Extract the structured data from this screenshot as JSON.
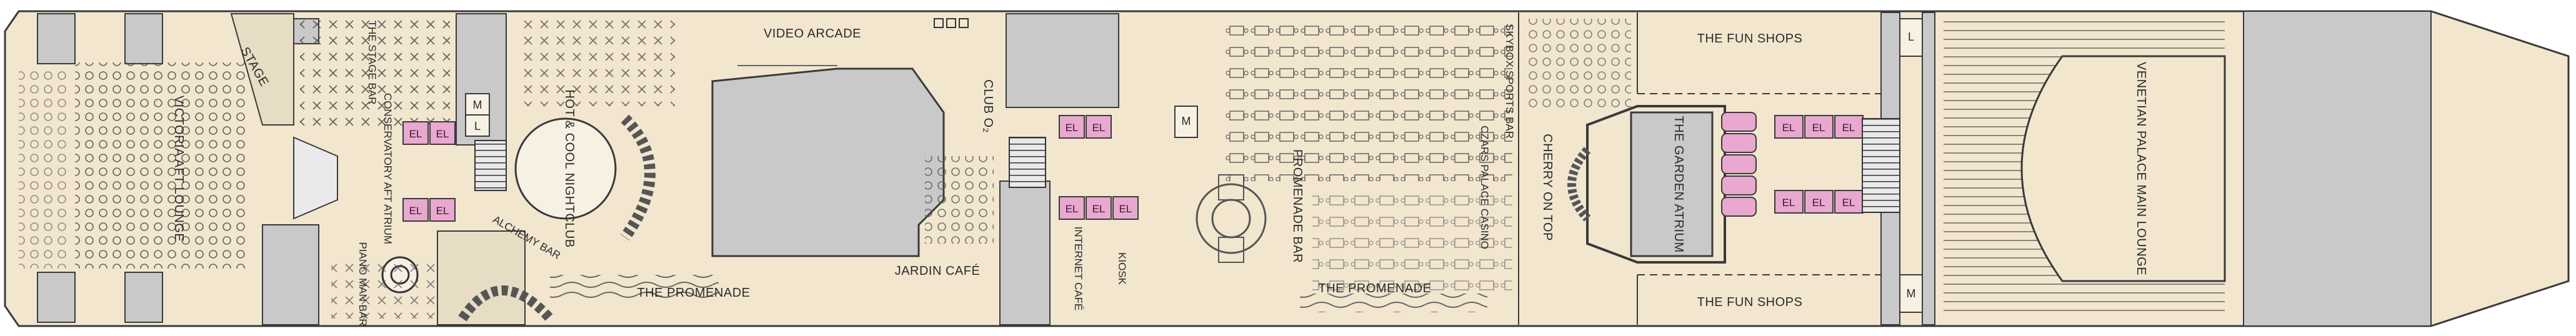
{
  "colors": {
    "deck": "#f2e6cf",
    "service": "#c9c9c9",
    "outline": "#3a3a3a",
    "elevator": "#e8a8cf",
    "stairs": "#5a5a5a"
  },
  "labels": {
    "victoria_aft_lounge": "VICTORIA AFT LOUNGE",
    "stage_left": "STAGE",
    "the_stage_bar": "THE STAGE BAR",
    "conservatory_aft_atrium": "CONSERVATORY AFT ATRIUM",
    "hot_cool_nightclub": "HOT & COOL NIGHTCLUB",
    "alchemy_bar": "ALCHEMY BAR",
    "piano_man_bar": "PIANO MAN BAR",
    "the_promenade_1": "THE PROMENADE",
    "video_arcade": "VIDEO ARCADE",
    "club_o2": "CLUB O₂",
    "jardin_cafe": "JARDIN CAFÉ",
    "internet_cafe": "INTERNET CAFÉ",
    "kiosk": "KIOSK",
    "promenade_bar": "PROMENADE BAR",
    "the_promenade_2": "THE PROMENADE",
    "czars_palace_casino": "CZARS PALACE CASINO",
    "skybox_sports_bar": "SKYBOX SPORTS BAR",
    "cherry_on_top": "CHERRY ON TOP",
    "the_garden_atrium": "THE GARDEN ATRIUM",
    "fun_shops_top": "THE FUN SHOPS",
    "fun_shops_bottom": "THE FUN SHOPS",
    "venetian_palace_main_lounge": "VENETIAN PALACE MAIN LOUNGE",
    "elevator": "EL",
    "men": "M",
    "ladies": "L"
  },
  "icons": {
    "elevator": "elevator-icon",
    "stairs": "stairs-icon",
    "table": "table-seating-icon"
  }
}
